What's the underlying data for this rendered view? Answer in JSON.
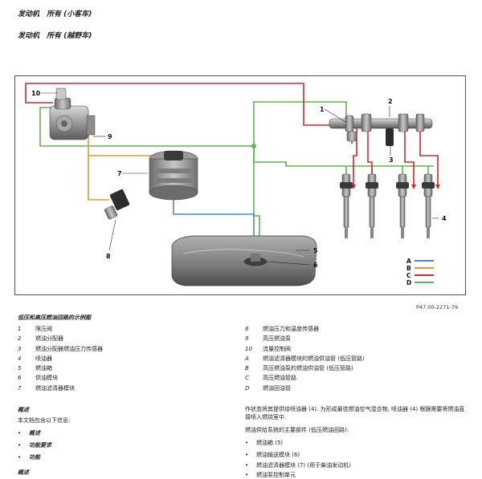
{
  "header": {
    "line1": {
      "col1": "发动机",
      "col2": "所有 (小客车)"
    },
    "line2": {
      "col1": "发动机",
      "col2": "所有 (越野车)"
    }
  },
  "figure": {
    "id": "P47.00-2271-79",
    "callouts": [
      "1",
      "2",
      "3",
      "4",
      "5",
      "6",
      "7",
      "8",
      "9",
      "10"
    ],
    "line_legend": [
      {
        "key": "A",
        "color": "#4a86c8"
      },
      {
        "key": "B",
        "color": "#f0962a"
      },
      {
        "key": "C",
        "color": "#d8262e"
      },
      {
        "key": "D",
        "color": "#5cb84a"
      }
    ]
  },
  "caption": {
    "title": "低压和高压燃油回路的示例图",
    "left": [
      {
        "key": "1",
        "text": "限压阀"
      },
      {
        "key": "2",
        "text": "燃油分配器"
      },
      {
        "key": "3",
        "text": "燃油分配器燃油压力传感器"
      },
      {
        "key": "4",
        "text": "喷油器"
      },
      {
        "key": "5",
        "text": "燃油箱"
      },
      {
        "key": "6",
        "text": "供油模块"
      },
      {
        "key": "7",
        "text": "燃油滤清器模块"
      }
    ],
    "right": [
      {
        "key": "8",
        "text": "燃油压力和温度传感器"
      },
      {
        "key": "9",
        "text": "高压燃油泵"
      },
      {
        "key": "10",
        "text": "流量控制阀"
      },
      {
        "key": "A",
        "text": "燃油滤清器模块的燃油供油管 (低压管路)"
      },
      {
        "key": "B",
        "text": "高压燃油泵的燃油供油管 (低压管路)"
      },
      {
        "key": "C",
        "text": "高压燃油管路"
      },
      {
        "key": "D",
        "text": "燃油回油管"
      }
    ]
  },
  "overview": {
    "heading": "概述",
    "intro": "本文档包含以下信息:",
    "bullets": [
      "概述",
      "功能要求",
      "功能"
    ],
    "heading2": "概述"
  },
  "right_text": {
    "para1": "作状态将其提供给喷油器 (4). 为形成最佳燃油空气混合物, 喷油器 (4) 根据需要将燃油直接喷入燃烧室中.",
    "para2": "燃油供给系统的主要部件 (低压燃油回路):",
    "bullets": [
      "燃油箱 (5)",
      "燃油输送模块 (6)",
      "燃油滤清器模块 (7) (用于柴油发动机)",
      "燃油泵控制单元"
    ]
  }
}
